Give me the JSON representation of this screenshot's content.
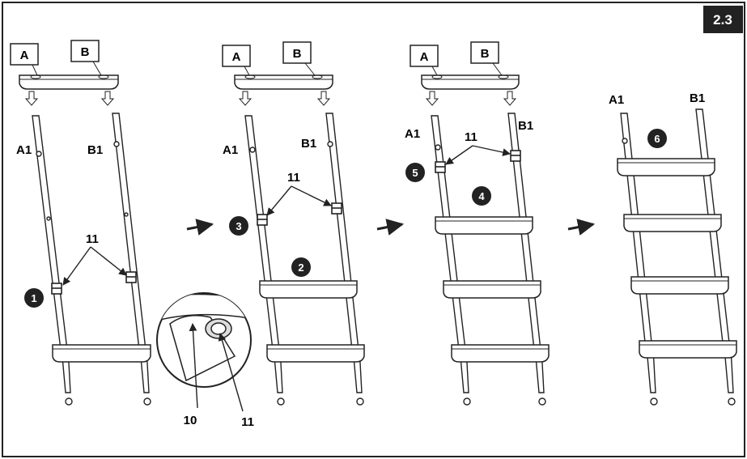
{
  "section_tag": "2.3",
  "colors": {
    "line": "#222222",
    "fill": "#ffffff",
    "badge": "#222222",
    "badge_text": "#ffffff"
  },
  "steps": [
    {
      "labels": {
        "top_a": "A",
        "top_b": "B",
        "rail_a": "A1",
        "rail_b": "B1",
        "part": "11"
      },
      "badges": [
        "1"
      ]
    },
    {
      "labels": {
        "top_a": "A",
        "top_b": "B",
        "rail_a": "A1",
        "rail_b": "B1",
        "part": "11"
      },
      "badges": [
        "3",
        "2"
      ]
    },
    {
      "labels": {
        "top_a": "A",
        "top_b": "B",
        "rail_a": "A1",
        "rail_b": "B1",
        "part": "11"
      },
      "badges": [
        "5",
        "4"
      ]
    },
    {
      "labels": {
        "rail_a": "A1",
        "rail_b": "B1"
      },
      "badges": [
        "6"
      ]
    }
  ],
  "detail": {
    "label_10": "10",
    "label_11": "11"
  },
  "icons": [
    "down-arrow-icon",
    "next-step-arrow-icon",
    "step-badge-icon",
    "ladder-clip-icon"
  ]
}
